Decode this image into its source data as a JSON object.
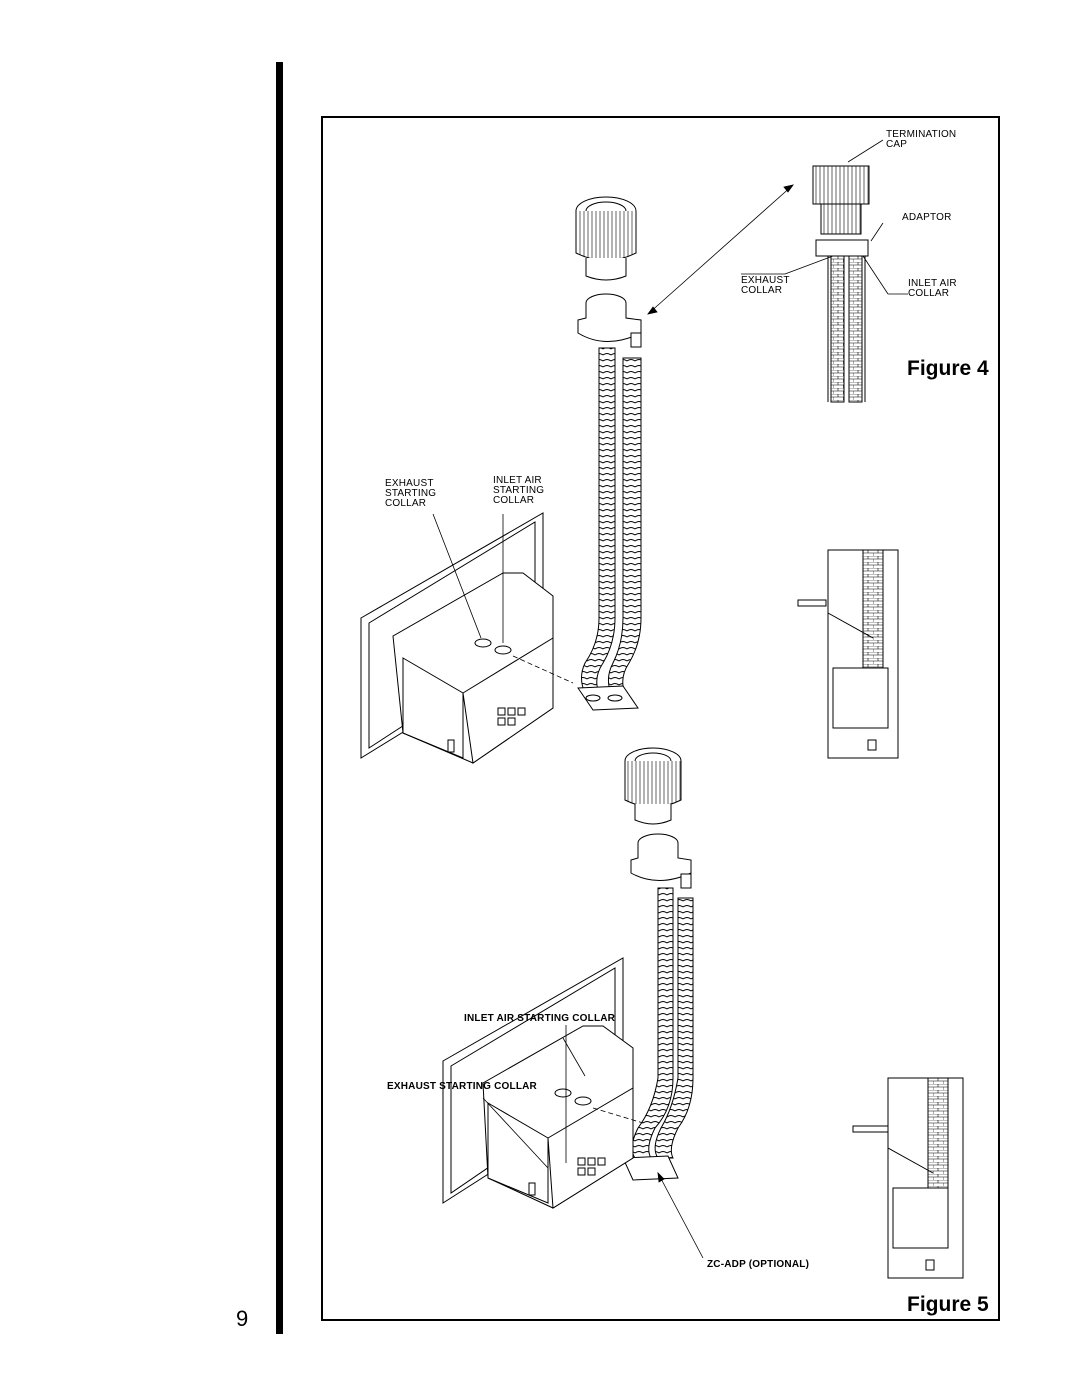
{
  "page": {
    "number": "9"
  },
  "figure4": {
    "caption": "Figure 4",
    "labels": {
      "termination_cap": "TERMINATION\nCAP",
      "adaptor": "ADAPTOR",
      "exhaust_collar": "EXHAUST\nCOLLAR",
      "inlet_air_collar": "INLET AIR\nCOLLAR",
      "exhaust_starting_collar": "EXHAUST\nSTARTING\nCOLLAR",
      "inlet_air_starting_collar": "INLET AIR\nSTARTING\nCOLLAR"
    }
  },
  "figure5": {
    "caption": "Figure 5",
    "labels": {
      "inlet_air_starting_collar": "INLET AIR STARTING COLLAR",
      "exhaust_starting_collar": "EXHAUST STARTING COLLAR",
      "zc_adp": "ZC-ADP (OPTIONAL)"
    }
  }
}
